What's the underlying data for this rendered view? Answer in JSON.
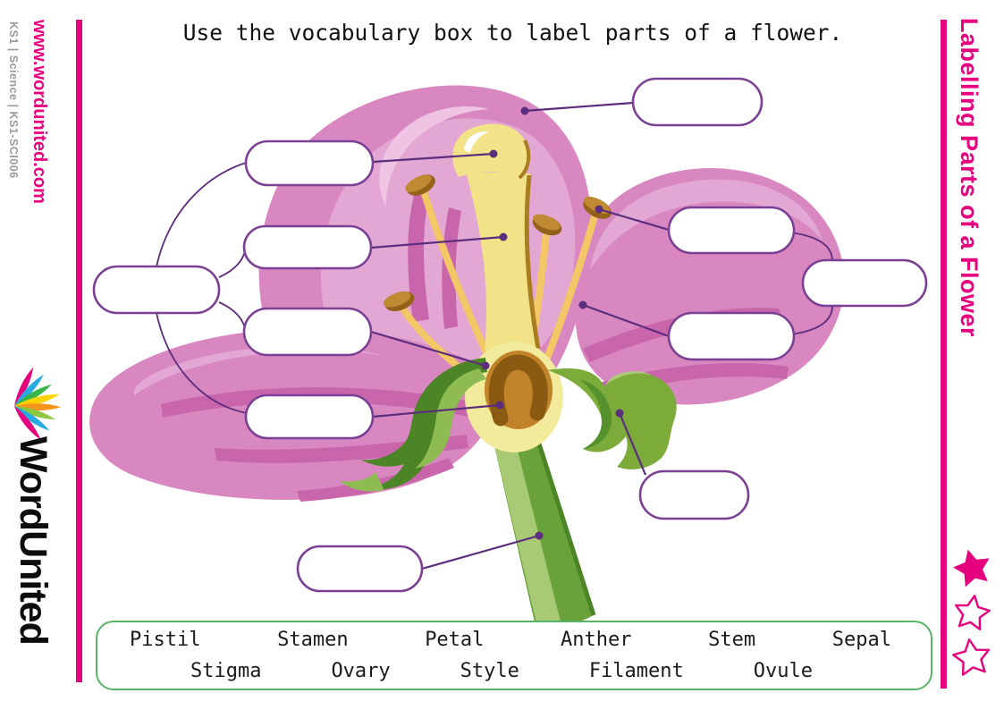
{
  "page": {
    "instruction": "Use the vocabulary box to label parts of a flower."
  },
  "left_sidebar": {
    "website": "www.wordunited.com",
    "reference": "KS1 | Science | KS1-SCI006",
    "brand": "WordUnited"
  },
  "right_sidebar": {
    "worksheet_title": "Labelling Parts of a Flower",
    "rating_stars": {
      "filled": 1,
      "outlined": 2
    }
  },
  "vocabulary_box": {
    "row1": [
      "Pistil",
      "Stamen",
      "Petal",
      "Anther",
      "Stem",
      "Sepal"
    ],
    "row2": [
      "Stigma",
      "Ovary",
      "Style",
      "Filament",
      "Ovule"
    ]
  },
  "colors": {
    "brand_magenta": "#e6007e",
    "answer_box_outline": "#7b3f94",
    "connector_purple": "#5b2d7c",
    "vocab_border_green": "#58b368",
    "petal_pink": "#d887c1",
    "petal_light_pink": "#e3a7d3",
    "pistil_yellow": "#f2e388",
    "sepal_green": "#68a238"
  }
}
